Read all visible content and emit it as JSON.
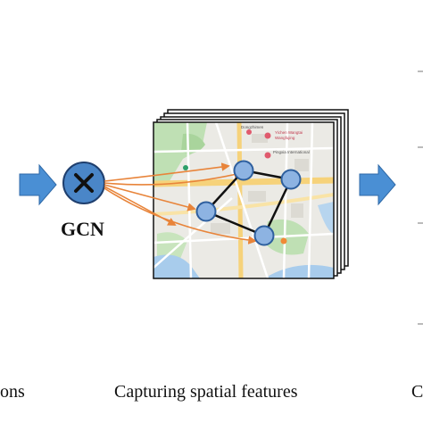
{
  "gcn": {
    "label": "GCN",
    "operator_symbol": "×"
  },
  "captions": {
    "left_partial": "ons",
    "center": "Capturing spatial features",
    "right_partial": "C"
  },
  "map_labels": {
    "poi_1": "Yichen Wangtai",
    "poi_2": "Wangfujing",
    "poi_3": "Pingxia International",
    "road_1": "Dongzhimen"
  },
  "colors": {
    "arrow_blue": "#4a8fd4",
    "arrow_orange": "#e8843a",
    "node_fill": "#8db3e2",
    "node_stroke": "#2e5f9e",
    "gcn_circle": "#4a86c8",
    "graph_edge": "#1a1a1a"
  },
  "icons": [
    "right-arrow-icon",
    "multiply-icon",
    "pin-icon"
  ]
}
